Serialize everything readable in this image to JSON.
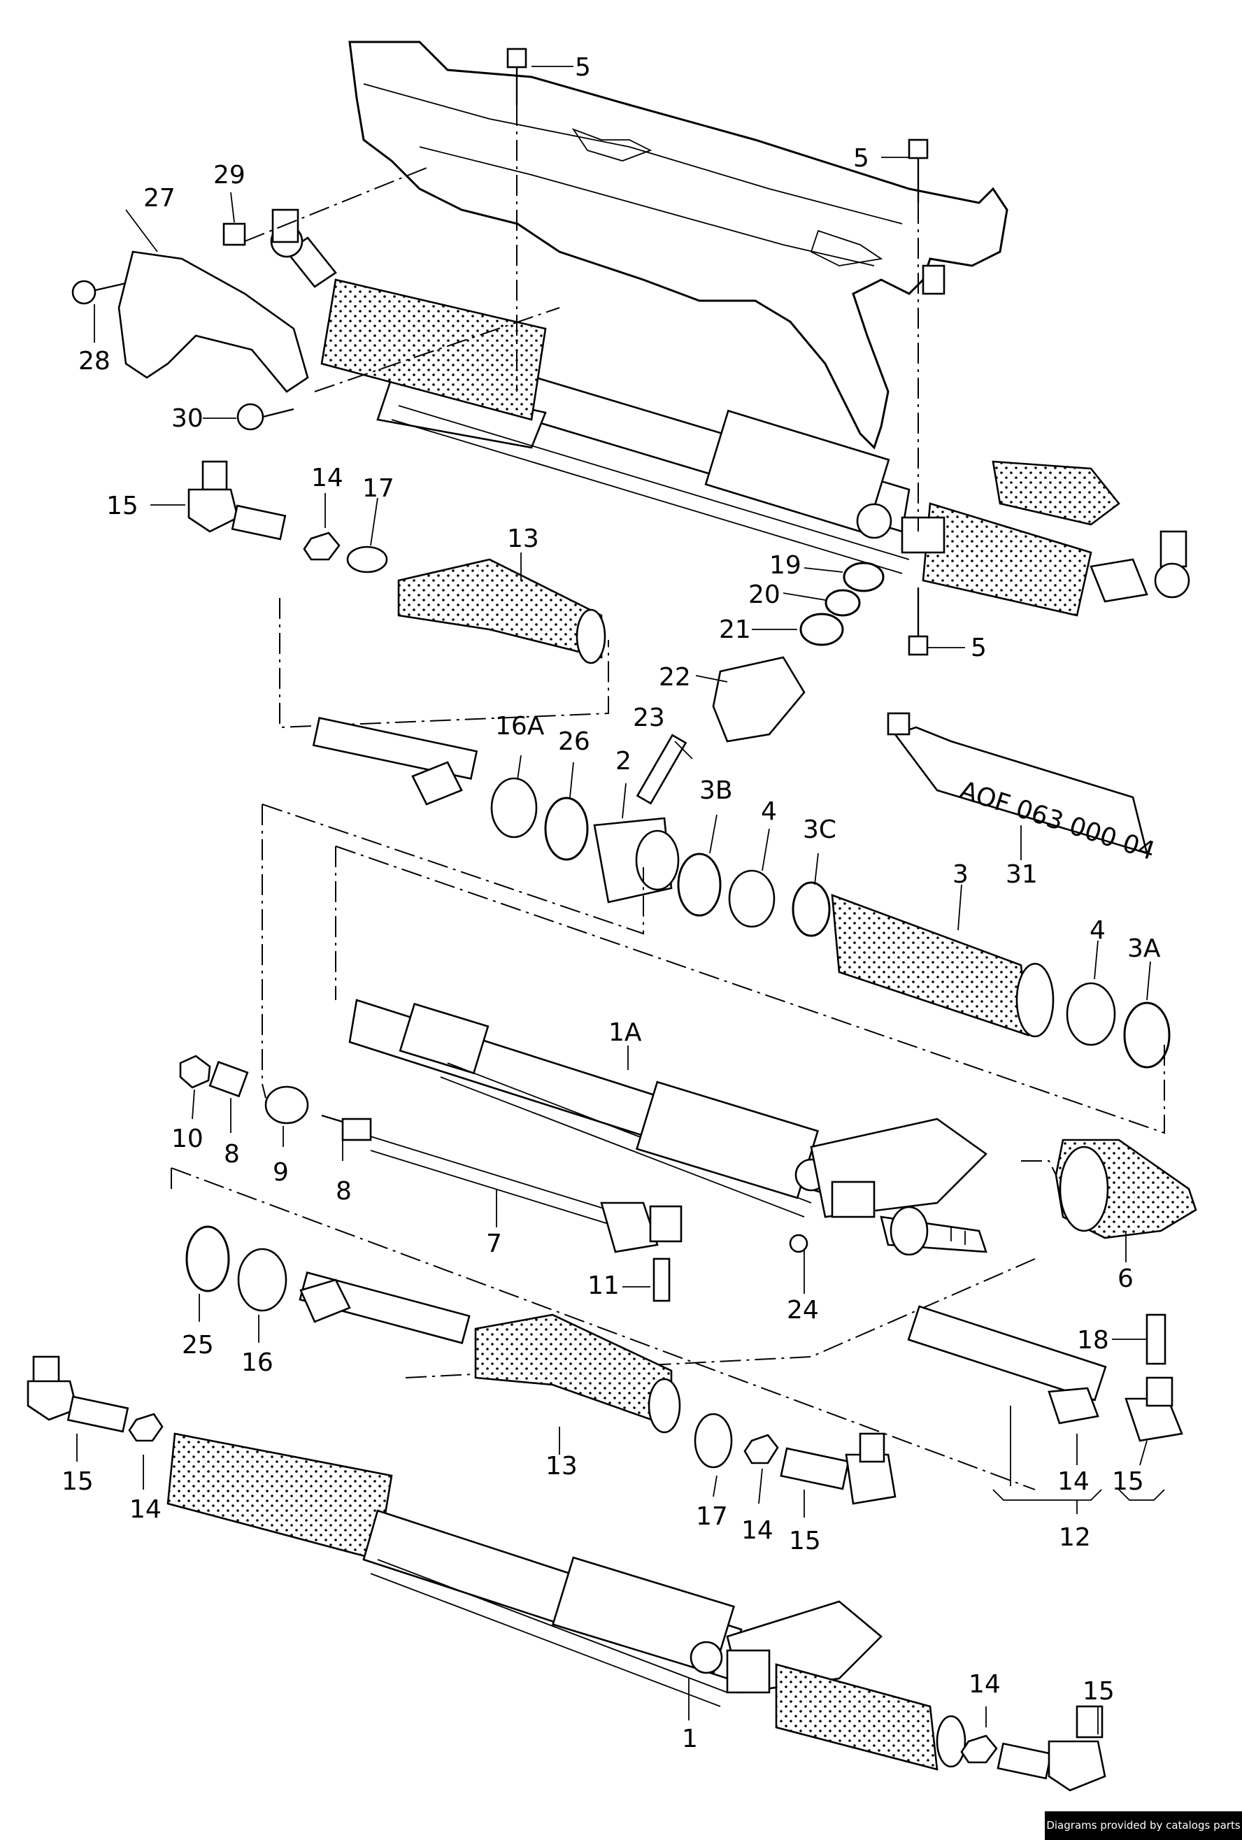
{
  "callouts": [
    {
      "id": "c5a",
      "text": "5"
    },
    {
      "id": "c5b",
      "text": "5"
    },
    {
      "id": "c5c",
      "text": "5"
    },
    {
      "id": "c29",
      "text": "29"
    },
    {
      "id": "c27",
      "text": "27"
    },
    {
      "id": "c28",
      "text": "28"
    },
    {
      "id": "c30",
      "text": "30"
    },
    {
      "id": "c15a",
      "text": "15"
    },
    {
      "id": "c14a",
      "text": "14"
    },
    {
      "id": "c17a",
      "text": "17"
    },
    {
      "id": "c13a",
      "text": "13"
    },
    {
      "id": "c19",
      "text": "19"
    },
    {
      "id": "c20",
      "text": "20"
    },
    {
      "id": "c21",
      "text": "21"
    },
    {
      "id": "c22",
      "text": "22"
    },
    {
      "id": "c23",
      "text": "23"
    },
    {
      "id": "c16A",
      "text": "16A"
    },
    {
      "id": "c26",
      "text": "26"
    },
    {
      "id": "c2",
      "text": "2"
    },
    {
      "id": "c3B",
      "text": "3B"
    },
    {
      "id": "c4a",
      "text": "4"
    },
    {
      "id": "c3C",
      "text": "3C"
    },
    {
      "id": "c3",
      "text": "3"
    },
    {
      "id": "c31",
      "text": "31"
    },
    {
      "id": "c4b",
      "text": "4"
    },
    {
      "id": "c3A",
      "text": "3A"
    },
    {
      "id": "c1A",
      "text": "1A"
    },
    {
      "id": "c10",
      "text": "10"
    },
    {
      "id": "c8a",
      "text": "8"
    },
    {
      "id": "c9",
      "text": "9"
    },
    {
      "id": "c8b",
      "text": "8"
    },
    {
      "id": "c7",
      "text": "7"
    },
    {
      "id": "c11",
      "text": "11"
    },
    {
      "id": "c24",
      "text": "24"
    },
    {
      "id": "c6",
      "text": "6"
    },
    {
      "id": "c25",
      "text": "25"
    },
    {
      "id": "c16",
      "text": "16"
    },
    {
      "id": "c18",
      "text": "18"
    },
    {
      "id": "c13b",
      "text": "13"
    },
    {
      "id": "c15b",
      "text": "15"
    },
    {
      "id": "c14b",
      "text": "14"
    },
    {
      "id": "c17b",
      "text": "17"
    },
    {
      "id": "c14c",
      "text": "14"
    },
    {
      "id": "c15c",
      "text": "15"
    },
    {
      "id": "c14d",
      "text": "14"
    },
    {
      "id": "c15d",
      "text": "15"
    },
    {
      "id": "c12",
      "text": "12"
    },
    {
      "id": "c1",
      "text": "1"
    },
    {
      "id": "c14e",
      "text": "14"
    },
    {
      "id": "c15e",
      "text": "15"
    }
  ],
  "tube_label": "AOF 063 000 04",
  "credit": "Diagrams provided by catalogs parts"
}
